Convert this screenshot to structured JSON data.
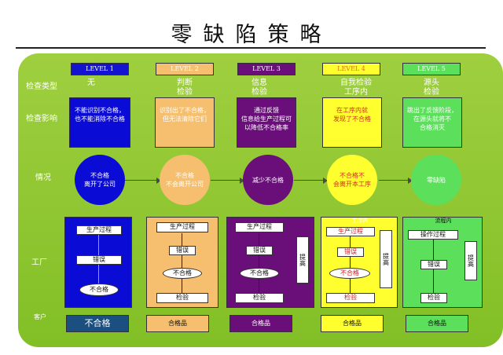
{
  "title": "零缺陷策略",
  "row_labels": {
    "check_type": "检查类型",
    "check_effect": "检查影响",
    "situation": "情况",
    "factory": "工厂",
    "customer": "客户"
  },
  "levels": [
    {
      "label": "LEVEL 1",
      "check_type": "无",
      "effect_1": "不能识别不合格，",
      "effect_2": "也不能消除不合格",
      "situation_1": "不合格",
      "situation_2": "离开了公司",
      "flow_1": "生产过程",
      "flow_2": "错误",
      "flow_3": "不合格",
      "result": "不合格"
    },
    {
      "label": "LEVEL 2",
      "check_type": "判断\n检验",
      "effect_1": "识别出了不合格，",
      "effect_2": "但无法清除它们",
      "situation_1": "不合格",
      "situation_2": "不会离开公司",
      "flow_1": "生产过程",
      "flow_2": "错误",
      "flow_3": "不合格",
      "flow_4": "检验",
      "result": "合格品"
    },
    {
      "label": "LEVEL 3",
      "check_type": "信息\n检验",
      "effect_1": "通过反馈",
      "effect_2": "信息给生产过程可",
      "effect_3": "以降低不合格率",
      "situation_1": "减少不合格",
      "flow_1": "生产过程",
      "flow_2": "错误",
      "flow_3": "不合格",
      "flow_4": "检验",
      "feedback": "提高",
      "result": "合格品"
    },
    {
      "label": "LEVEL 4",
      "check_type": "自我检验\n工序内",
      "effect_1": "在工序内就",
      "effect_2": "发现了不合格",
      "situation_1": "不合格不",
      "situation_2": "会离开本工序",
      "flow_0": "工序内",
      "flow_1": "生产过程",
      "flow_2": "错误",
      "flow_3": "不合格",
      "flow_4": "检验",
      "feedback": "提高",
      "result": "合格品"
    },
    {
      "label": "LEVEL 5",
      "check_type": "源头\n检验",
      "effect_1": "跳出了反馈阶段，",
      "effect_2": "在源头就将不",
      "effect_3": "合格消灭",
      "situation_1": "零缺陷",
      "flow_0": "流程内",
      "flow_1": "操作过程",
      "flow_2": "错误",
      "flow_4": "检验",
      "feedback": "提高",
      "result": "合格品"
    }
  ],
  "colors": {
    "panel": "#8fc535",
    "level1": "#0b0bd6",
    "level2": "#f5bf6f",
    "level3": "#6a0f7a",
    "level4": "#ffff30",
    "level5": "#5ce05c",
    "result1": "#1a4f7f"
  }
}
